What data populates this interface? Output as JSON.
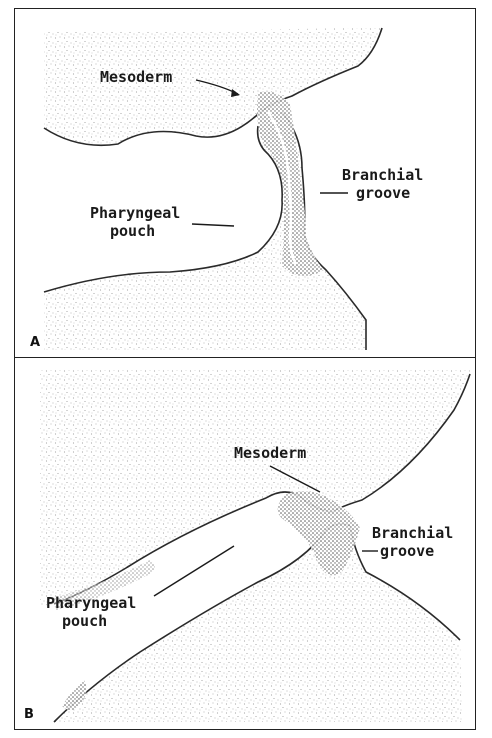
{
  "panel_a": {
    "letter": "A",
    "labels": {
      "mesoderm": "Mesoderm",
      "branchial_line1": "Branchial",
      "branchial_line2": "groove",
      "pharyngeal_line1": "Pharyngeal",
      "pharyngeal_line2": "pouch"
    }
  },
  "panel_b": {
    "letter": "B",
    "labels": {
      "mesoderm": "Mesoderm",
      "branchial_line1": "Branchial",
      "branchial_line2": "groove",
      "pharyngeal_line1": "Pharyngeal",
      "pharyngeal_line2": "pouch"
    }
  },
  "colors": {
    "border": "#222222",
    "stipple": "#8a8a8a",
    "dense_tissue": "#444444",
    "text": "#1a1a1a"
  }
}
